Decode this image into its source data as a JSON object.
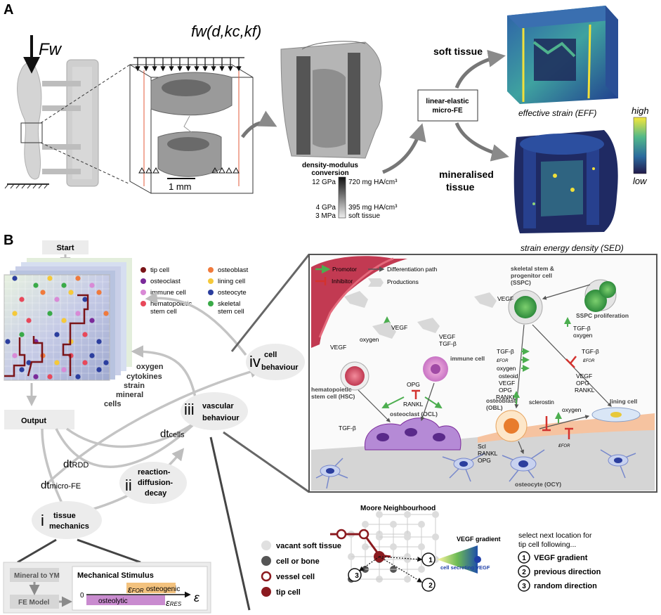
{
  "panel_a": {
    "letter": "A",
    "force_label": "Fw",
    "distributed_force_label": "fw(d,kc,kf)",
    "scale_bar": "1 mm",
    "density_modulus": {
      "title_line1": "density-modulus",
      "title_line2": "conversion",
      "rows": [
        {
          "modulus": "12 GPa",
          "density": "720 mg HA/cm³"
        },
        {
          "modulus": "4 GPa",
          "density": "395 mg HA/cm³"
        },
        {
          "modulus": "3 MPa",
          "density": "soft tissue"
        }
      ]
    },
    "fe_box_line1": "linear-elastic",
    "fe_box_line2": "micro-FE",
    "soft_tissue_label": "soft tissue",
    "mineralised_line1": "mineralised",
    "mineralised_line2": "tissue",
    "eff_caption": "effective strain (EFF)",
    "sed_caption": "strain energy density (SED)",
    "colorbar_high": "high",
    "colorbar_low": "low"
  },
  "panel_b": {
    "letter": "B",
    "start_label": "Start",
    "output_label": "Output",
    "legend": [
      {
        "label": "tip cell",
        "color": "#7a1418"
      },
      {
        "label": "osteoclast",
        "color": "#7b2a9a"
      },
      {
        "label": "immune cell",
        "color": "#d98ad6"
      },
      {
        "label": "hematopoietic stem cell",
        "color": "#e8485a"
      },
      {
        "label": "osteoblast",
        "color": "#f07a3c"
      },
      {
        "label": "lining cell",
        "color": "#f5c93a"
      },
      {
        "label": "osteocyte",
        "color": "#2b3e9e"
      },
      {
        "label": "skeletal stem cell",
        "color": "#3aaa48"
      }
    ],
    "layers": [
      "oxygen",
      "cytokines",
      "strain",
      "mineral",
      "cells"
    ],
    "modules": {
      "iv_num": "iv",
      "iv_label": "cell behaviour",
      "iii_num": "iii",
      "iii_label": "vascular behaviour",
      "ii_num": "ii",
      "ii_label1": "reaction-",
      "ii_label2": "diffusion-",
      "ii_label3": "decay",
      "i_num": "i",
      "i_label": "tissue mechanics"
    },
    "dt_cells": "dtcells",
    "dt_rdd": "dtRDD",
    "dt_fe": "dtmicro-FE",
    "mech": {
      "mineral_to_ym": "Mineral to YM",
      "fe_model": "FE Model",
      "stimulus_title": "Mechanical Stimulus",
      "zero": "0",
      "osteolytic": "osteolytic",
      "osteogenic": "osteogenic",
      "eps_for": "εFOR",
      "eps_res": "εRES",
      "eps": "ε"
    },
    "cell_panel": {
      "legend_promotor": "Promotor",
      "legend_inhibitor": "Inhibitor",
      "legend_diff": "Differentiation path",
      "legend_prod": "Productions",
      "sspc_label": "skeletal stem & progenitor cell (SSPC)",
      "sspc_prolif": "SSPC proliferation",
      "hsc_label": "hematopoietic stem cell (HSC)",
      "immune_label": "immune cell",
      "ocl_label": "osteoclast (OCL)",
      "obl_label": "osteoblast (OBL)",
      "ocy_label": "osteocyte (OCY)",
      "lining_label": "lining cell",
      "vegf": "VEGF",
      "oxygen": "oxygen",
      "vegf_tgf": "VEGF TGF-β",
      "tgf": "TGF-β",
      "opg": "OPG",
      "rankl": "RANKL",
      "sclerostin": "sclerostin",
      "tgf_oxy": "TGF-β oxygen",
      "tgf_efor_oxy1": "TGF-β",
      "tgf_efor_oxy2": "εFOR",
      "tgf_efor_oxy3": "oxygen",
      "tgf_efor": "TGF-β εFOR",
      "obl_products": "osteoid VEGF OPG RANKL",
      "lining_products": "VEGF OPG RANKL",
      "ocy_products": "Scl RANKL OPG",
      "oxygen2": "oxygen",
      "efor": "εFOR"
    },
    "moore": {
      "title": "Moore Neighbourhood",
      "legend": [
        {
          "label": "vacant soft tissue"
        },
        {
          "label": "cell or bone"
        },
        {
          "label": "vessel cell"
        },
        {
          "label": "tip cell"
        }
      ],
      "vegf_gradient": "VEGF gradient",
      "cell_secreting": "cell secreting VEGF",
      "rule_intro1": "select next location for",
      "rule_intro2": "tip cell following...",
      "rules": [
        "VEGF gradient",
        "previous direction",
        "random direction"
      ],
      "rule_nums": [
        "1",
        "2",
        "3"
      ]
    }
  }
}
